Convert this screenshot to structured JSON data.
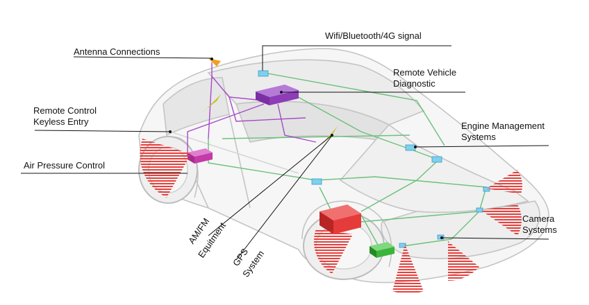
{
  "labels": {
    "wifi": "Wifi/Bluetooth/4G signal",
    "antenna": "Antenna Connections",
    "remote_diag_line1": "Remote Vehicle",
    "remote_diag_line2": "Diagnostic",
    "keyless_line1": "Remote Control",
    "keyless_line2": "Keyless Entry",
    "engine_line1": "Engine Management",
    "engine_line2": "Systems",
    "air": "Air Pressure Control",
    "camera_line1": "Camera",
    "camera_line2": "Systems",
    "amfm_line1": "AM/FM",
    "amfm_line2": "Equitment",
    "gps_line1": "GPS",
    "gps_line2": "System"
  },
  "colors": {
    "car_outline": "#c4c4c4",
    "car_fill": "#f4f4f4",
    "wire_green": "#6bc07a",
    "wire_purple": "#a64ac9",
    "module_purple": "#8e3cb8",
    "module_magenta": "#c43aa6",
    "module_red": "#e53b3b",
    "module_green": "#3ab53a",
    "module_cyan": "#7fd0ee",
    "sensor_red": "#e8403c",
    "antenna_olive": "#c9c23a",
    "antenna_orange": "#f0a020",
    "callout_line": "#111111"
  }
}
